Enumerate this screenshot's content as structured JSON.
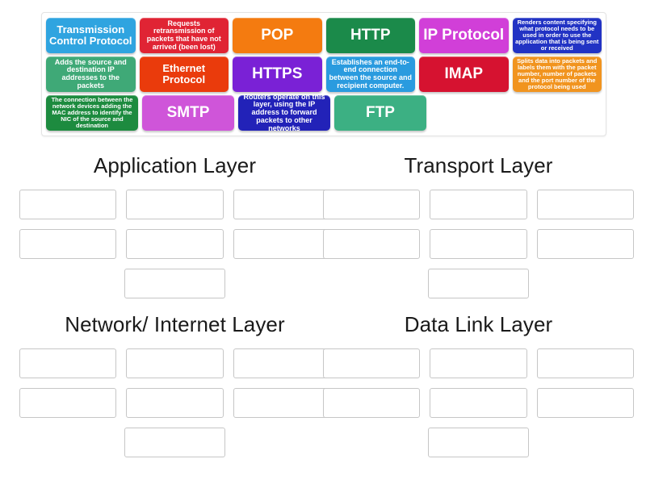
{
  "tiles": [
    {
      "label": "Transmission Control Protocol",
      "color": "#2fa4e0",
      "size": "mid"
    },
    {
      "label": "Requests retransmission of packets that have not arrived (been lost)",
      "color": "#e02434",
      "size": "small"
    },
    {
      "label": "POP",
      "color": "#f47b10",
      "size": "big"
    },
    {
      "label": "HTTP",
      "color": "#1b8a4a",
      "size": "big"
    },
    {
      "label": "IP Protocol",
      "color": "#d13fd8",
      "size": "big"
    },
    {
      "label": "Renders content specifying what protocol needs to be used in order to use the application that is being sent or received",
      "color": "#2233c4",
      "size": "tiny"
    },
    {
      "label": "Adds the source and destination IP addresses to the packets",
      "color": "#3fa977",
      "size": "small"
    },
    {
      "label": "Ethernet Protocol",
      "color": "#ea3b0c",
      "size": "mid"
    },
    {
      "label": "HTTPS",
      "color": "#7a21d6",
      "size": "big"
    },
    {
      "label": "Establishes an end-to-end connection between the source and recipient computer.",
      "color": "#2a9bdf",
      "size": "small"
    },
    {
      "label": "IMAP",
      "color": "#d61230",
      "size": "big"
    },
    {
      "label": "Splits data into packets and labels them with the packet number, number of packets and the port number of the protocol being used",
      "color": "#f1941f",
      "size": "tiny"
    },
    {
      "label": "The connection between the network devices adding the MAC address to identify the NIC of the source and destination",
      "color": "#1d8b3f",
      "size": "tiny"
    },
    {
      "label": "SMTP",
      "color": "#cf55d9",
      "size": "big"
    },
    {
      "label": "Routers operate on this layer, using the IP address to forward packets to other networks",
      "color": "#2222b8",
      "size": "small"
    },
    {
      "label": "FTP",
      "color": "#3cb083",
      "size": "big"
    }
  ],
  "quadrants": [
    {
      "title": "Application Layer",
      "slot_rows": [
        3,
        3,
        1
      ]
    },
    {
      "title": "Transport Layer",
      "slot_rows": [
        3,
        3,
        1
      ]
    },
    {
      "title": "Network/ Internet Layer",
      "slot_rows": [
        3,
        3,
        1
      ]
    },
    {
      "title": "Data Link Layer",
      "slot_rows": [
        3,
        3,
        1
      ]
    }
  ],
  "colors": {
    "page_background": "#ffffff",
    "slot_border": "#c6c6c6",
    "bank_border": "#e3e3e3",
    "title_text": "#1a1a1a"
  }
}
